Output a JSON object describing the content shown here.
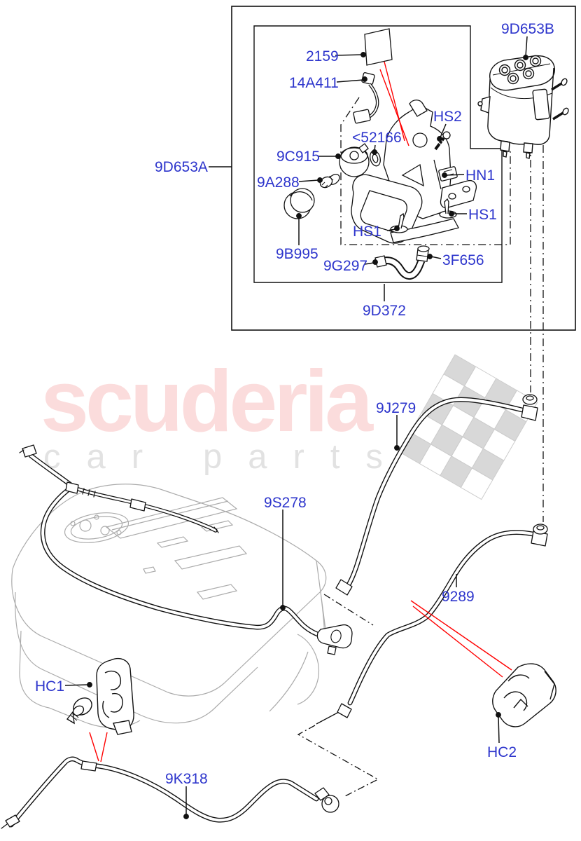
{
  "watermark": {
    "brand": "scuderia",
    "word1": "car",
    "word2": "parts"
  },
  "colors": {
    "label_blue": "#2d35cc",
    "leader_black": "#111111",
    "highlight_red": "#ff0000",
    "watermark_pink": "#fbdcdc",
    "watermark_gray": "#e2e2e2",
    "flag_gray": "#d8d8d8",
    "tank_gray": "#ababab"
  },
  "labels": [
    {
      "text": "9D653A"
    },
    {
      "text": "9D653B"
    },
    {
      "text": "2159"
    },
    {
      "text": "14A411"
    },
    {
      "text": "HS2"
    },
    {
      "text": "<52166"
    },
    {
      "text": "9C915"
    },
    {
      "text": "9A288"
    },
    {
      "text": "HN1"
    },
    {
      "text": "HS1"
    },
    {
      "text": "HS1"
    },
    {
      "text": "9B995"
    },
    {
      "text": "9G297"
    },
    {
      "text": "3F656"
    },
    {
      "text": "9D372"
    },
    {
      "text": "9J279"
    },
    {
      "text": "9S278"
    },
    {
      "text": "9289"
    },
    {
      "text": "HC1"
    },
    {
      "text": "HC2"
    },
    {
      "text": "9K318"
    }
  ]
}
